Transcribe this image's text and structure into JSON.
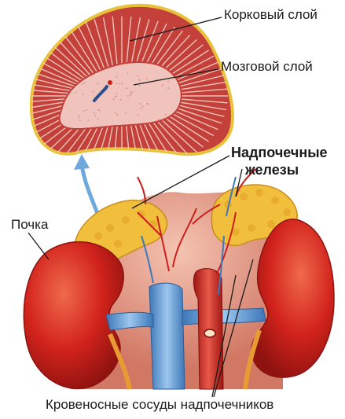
{
  "labels": {
    "cortex": "Корковый слой",
    "medulla": "Мозговой слой",
    "adrenal_line1": "Надпочечные",
    "adrenal_line2": "железы",
    "kidney": "Почка",
    "vessels": "Кровеносные сосуды надпочечников"
  },
  "colors": {
    "kidney": "#d2231c",
    "adrenal_gland": "#f2bf3c",
    "cortex": "#c4403a",
    "medulla": "#f0c4bc",
    "vein": "#5b9bd5",
    "artery": "#c8201c",
    "arrow": "#6fa8dc"
  }
}
